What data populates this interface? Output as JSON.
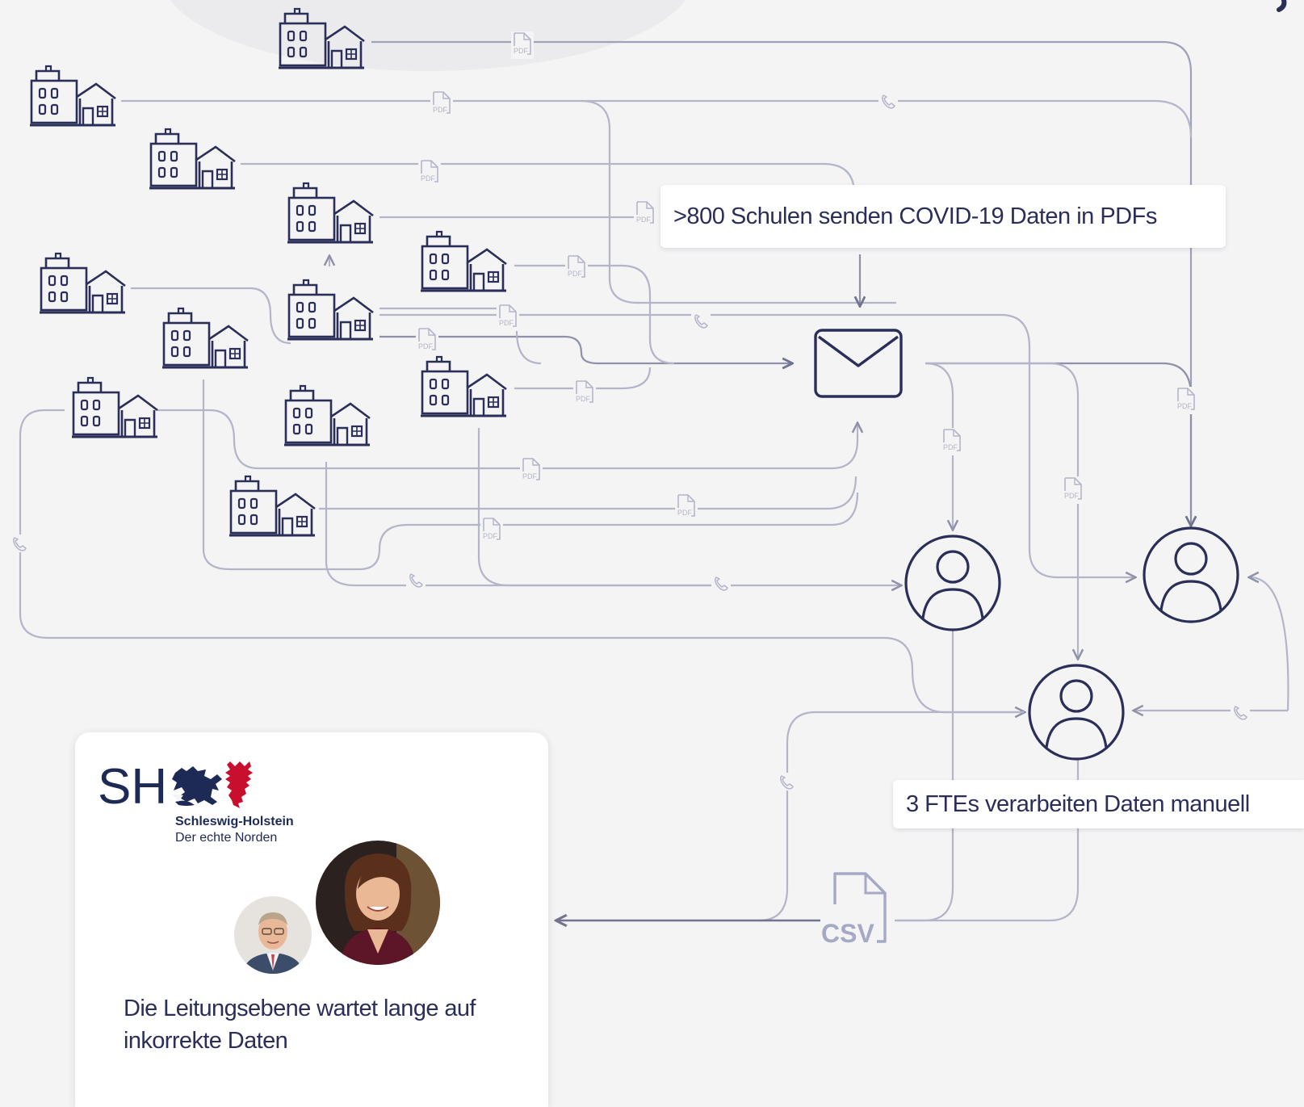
{
  "callouts": {
    "schools": ">800 Schulen senden COVID-19 Daten in PDFs",
    "ftes": "3 FTEs verarbeiten Daten manuell"
  },
  "card": {
    "logo_text": "SH",
    "logo_name": "Schleswig-Holstein",
    "logo_slogan": "Der echte Norden",
    "statement": "Die Leitungsebene wartet lange auf inkorrekte Daten"
  },
  "file_labels": {
    "pdf": "PDF",
    "csv": "CSV"
  },
  "icons": {
    "school": "school-building-icon",
    "pdf": "pdf-file-icon",
    "phone": "phone-icon",
    "mail": "envelope-icon",
    "person": "person-icon",
    "csv": "csv-file-icon"
  },
  "colors": {
    "navy": "#2a2e58",
    "line": "#b3b5c8",
    "line_dark": "#8e91a8",
    "background": "#f4f4f4",
    "accent_red": "#c8102e"
  }
}
